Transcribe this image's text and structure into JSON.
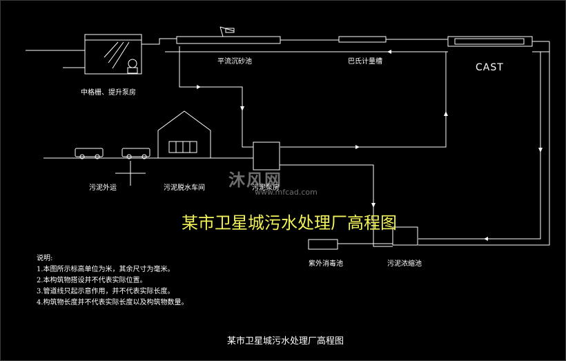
{
  "diagram": {
    "labels": {
      "pump_house": "中格栅、提升泵房",
      "grit_chamber": "平流沉砂池",
      "parshall": "巴氏计量槽",
      "cast": "CAST",
      "sludge_out": "污泥外运",
      "dewatering": "污泥脱水车间",
      "sludge_pump": "污泥泵房",
      "uv": "紫外消毒池",
      "thickener": "污泥浓缩池"
    },
    "title": "某市卫星城污水处理厂高程图",
    "bottom_title": "某市卫星城污水处理厂高程图",
    "notes_heading": "说明:",
    "notes": [
      "1.本图所示标高单位为米，其余尺寸为毫米。",
      "2.本构筑物搭设并不代表实际位置。",
      "3.管道线只起示意作用，并不代表实际长度。",
      "4.构筑物长度并不代表实际长度以及构筑物数量。"
    ]
  },
  "watermark": {
    "main": "沐风网",
    "sub": "www.mfcad.com"
  },
  "colors": {
    "background": "#000000",
    "lines": "#ffffff",
    "title": "#f2f25a"
  }
}
